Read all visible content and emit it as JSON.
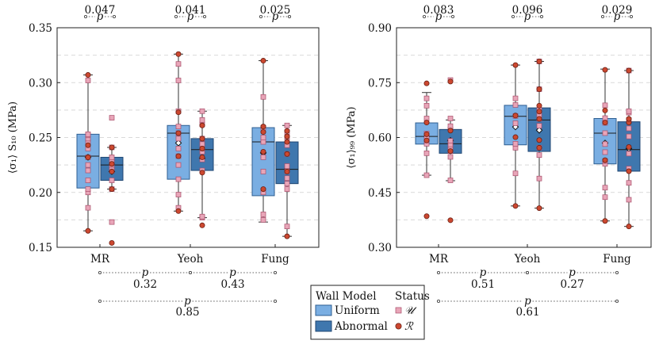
{
  "colors": {
    "uniform": "#7aaee2",
    "abnormal": "#3f77ae",
    "uniform_edge": "#2f5f92",
    "abnormal_edge": "#1f4672",
    "u_marker": "#e8a5b8",
    "u_marker_edge": "#a84f6a",
    "r_marker": "#cc4830",
    "r_marker_edge": "#6a1e12"
  },
  "legend": {
    "wall_title": "Wall Model",
    "status_title": "Status",
    "uniform_label": "Uniform",
    "abnormal_label": "Abnormal",
    "u_symbol": "𝒰",
    "r_symbol": "ℛ"
  },
  "chart_data": [
    {
      "type": "box",
      "ylabel": "⟨σ₁⟩ S₁₀ (MPa)",
      "ylim": [
        0.15,
        0.35
      ],
      "yticks": [
        "0.15",
        "0.20",
        "0.25",
        "0.30",
        "0.35"
      ],
      "ytick_values": [
        0.15,
        0.2,
        0.25,
        0.3,
        0.35
      ],
      "categories": [
        "MR",
        "Yeoh",
        "Fung"
      ],
      "grid": true,
      "top_p_values": [
        "0.047",
        "0.041",
        "0.025"
      ],
      "p_label": "p",
      "bottom_p_values": [
        {
          "from": 0,
          "to": 1,
          "value": "0.32"
        },
        {
          "from": 1,
          "to": 2,
          "value": "0.43"
        },
        {
          "from": 0,
          "to": 2,
          "value": "0.85"
        }
      ],
      "series": [
        {
          "name": "Uniform",
          "boxes": [
            {
              "min": 0.165,
              "q1": 0.204,
              "median": 0.233,
              "q3": 0.253,
              "max": 0.307,
              "mean": 0.232
            },
            {
              "min": 0.183,
              "q1": 0.212,
              "median": 0.254,
              "q3": 0.261,
              "max": 0.326,
              "mean": 0.245
            },
            {
              "min": 0.173,
              "q1": 0.197,
              "median": 0.246,
              "q3": 0.259,
              "max": 0.32,
              "mean": 0.236
            }
          ]
        },
        {
          "name": "Abnormal",
          "boxes": [
            {
              "min": 0.203,
              "q1": 0.211,
              "median": 0.225,
              "q3": 0.232,
              "max": 0.241,
              "mean": 0.219
            },
            {
              "min": 0.177,
              "q1": 0.22,
              "median": 0.239,
              "q3": 0.249,
              "max": 0.274,
              "mean": 0.231
            },
            {
              "min": 0.16,
              "q1": 0.208,
              "median": 0.221,
              "q3": 0.246,
              "max": 0.261,
              "mean": 0.221
            }
          ]
        }
      ],
      "points": [
        {
          "group": 0,
          "series": 0,
          "status": "U",
          "values": [
            0.186,
            0.2,
            0.203,
            0.211,
            0.22,
            0.225,
            0.232,
            0.24,
            0.246,
            0.249,
            0.252,
            0.253,
            0.302
          ]
        },
        {
          "group": 0,
          "series": 0,
          "status": "R",
          "values": [
            0.165,
            0.232,
            0.243,
            0.307
          ]
        },
        {
          "group": 0,
          "series": 1,
          "status": "U",
          "values": [
            0.173,
            0.203,
            0.211,
            0.22,
            0.222,
            0.225,
            0.229,
            0.232,
            0.241,
            0.268
          ]
        },
        {
          "group": 0,
          "series": 1,
          "status": "R",
          "values": [
            0.154,
            0.203,
            0.219,
            0.226,
            0.241
          ]
        },
        {
          "group": 1,
          "series": 0,
          "status": "U",
          "values": [
            0.186,
            0.198,
            0.212,
            0.225,
            0.233,
            0.24,
            0.249,
            0.254,
            0.26,
            0.274,
            0.302,
            0.317
          ]
        },
        {
          "group": 1,
          "series": 0,
          "status": "R",
          "values": [
            0.183,
            0.233,
            0.254,
            0.273,
            0.326
          ]
        },
        {
          "group": 1,
          "series": 1,
          "status": "U",
          "values": [
            0.177,
            0.178,
            0.22,
            0.23,
            0.237,
            0.24,
            0.244,
            0.249,
            0.262,
            0.266,
            0.274
          ]
        },
        {
          "group": 1,
          "series": 1,
          "status": "R",
          "values": [
            0.17,
            0.218,
            0.232,
            0.24,
            0.249,
            0.261
          ]
        },
        {
          "group": 2,
          "series": 0,
          "status": "U",
          "values": [
            0.175,
            0.18,
            0.2,
            0.219,
            0.232,
            0.246,
            0.25,
            0.259,
            0.287
          ]
        },
        {
          "group": 2,
          "series": 0,
          "status": "R",
          "values": [
            0.203,
            0.237,
            0.255,
            0.26,
            0.32
          ]
        },
        {
          "group": 2,
          "series": 1,
          "status": "U",
          "values": [
            0.169,
            0.203,
            0.208,
            0.213,
            0.219,
            0.224,
            0.235,
            0.243,
            0.25,
            0.255,
            0.261
          ]
        },
        {
          "group": 2,
          "series": 1,
          "status": "R",
          "values": [
            0.16,
            0.219,
            0.235,
            0.246,
            0.251,
            0.256
          ]
        }
      ]
    },
    {
      "type": "box",
      "ylabel": "⟨σ₁⟩₉₉ (MPa)",
      "ylim": [
        0.3,
        0.9
      ],
      "yticks": [
        "0.30",
        "0.45",
        "0.60",
        "0.75",
        "0.90"
      ],
      "ytick_values": [
        0.3,
        0.45,
        0.6,
        0.75,
        0.9
      ],
      "categories": [
        "MR",
        "Yeoh",
        "Fung"
      ],
      "grid": true,
      "top_p_values": [
        "0.083",
        "0.096",
        "0.029"
      ],
      "p_label": "p",
      "bottom_p_values": [
        {
          "from": 0,
          "to": 1,
          "value": "0.51"
        },
        {
          "from": 1,
          "to": 2,
          "value": "0.27"
        },
        {
          "from": 0,
          "to": 2,
          "value": "0.61"
        }
      ],
      "series": [
        {
          "name": "Uniform",
          "boxes": [
            {
              "min": 0.497,
              "q1": 0.582,
              "median": 0.603,
              "q3": 0.64,
              "max": 0.723,
              "mean": 0.603
            },
            {
              "min": 0.413,
              "q1": 0.58,
              "median": 0.658,
              "q3": 0.688,
              "max": 0.798,
              "mean": 0.629
            },
            {
              "min": 0.372,
              "q1": 0.528,
              "median": 0.612,
              "q3": 0.652,
              "max": 0.787,
              "mean": 0.585
            }
          ]
        },
        {
          "name": "Abnormal",
          "boxes": [
            {
              "min": 0.482,
              "q1": 0.557,
              "median": 0.583,
              "q3": 0.622,
              "max": 0.648,
              "mean": 0.592
            },
            {
              "min": 0.407,
              "q1": 0.562,
              "median": 0.648,
              "q3": 0.681,
              "max": 0.808,
              "mean": 0.62
            },
            {
              "min": 0.357,
              "q1": 0.508,
              "median": 0.567,
              "q3": 0.643,
              "max": 0.783,
              "mean": 0.57
            }
          ]
        }
      ],
      "points": [
        {
          "group": 0,
          "series": 0,
          "status": "U",
          "values": [
            0.497,
            0.557,
            0.583,
            0.592,
            0.602,
            0.611,
            0.652,
            0.687,
            0.707
          ]
        },
        {
          "group": 0,
          "series": 0,
          "status": "R",
          "values": [
            0.385,
            0.592,
            0.609,
            0.641,
            0.748
          ]
        },
        {
          "group": 0,
          "series": 1,
          "status": "U",
          "values": [
            0.483,
            0.547,
            0.563,
            0.572,
            0.581,
            0.591,
            0.622,
            0.631,
            0.652,
            0.757
          ]
        },
        {
          "group": 0,
          "series": 1,
          "status": "R",
          "values": [
            0.374,
            0.563,
            0.619,
            0.753
          ]
        },
        {
          "group": 1,
          "series": 0,
          "status": "U",
          "values": [
            0.502,
            0.572,
            0.583,
            0.639,
            0.659,
            0.689,
            0.707
          ]
        },
        {
          "group": 1,
          "series": 0,
          "status": "R",
          "values": [
            0.413,
            0.601,
            0.66,
            0.798
          ]
        },
        {
          "group": 1,
          "series": 1,
          "status": "U",
          "values": [
            0.488,
            0.552,
            0.572,
            0.632,
            0.651,
            0.662,
            0.676,
            0.732,
            0.808
          ]
        },
        {
          "group": 1,
          "series": 1,
          "status": "R",
          "values": [
            0.407,
            0.572,
            0.593,
            0.651,
            0.671,
            0.687,
            0.732,
            0.808
          ]
        },
        {
          "group": 2,
          "series": 0,
          "status": "U",
          "values": [
            0.437,
            0.463,
            0.528,
            0.536,
            0.56,
            0.582,
            0.612,
            0.64,
            0.653,
            0.688
          ]
        },
        {
          "group": 2,
          "series": 0,
          "status": "R",
          "values": [
            0.372,
            0.538,
            0.641,
            0.674,
            0.785
          ]
        },
        {
          "group": 2,
          "series": 1,
          "status": "U",
          "values": [
            0.43,
            0.476,
            0.515,
            0.556,
            0.603,
            0.625,
            0.648,
            0.668,
            0.672,
            0.783
          ]
        },
        {
          "group": 2,
          "series": 1,
          "status": "R",
          "values": [
            0.357,
            0.508,
            0.574,
            0.641,
            0.651,
            0.783
          ]
        }
      ]
    }
  ]
}
